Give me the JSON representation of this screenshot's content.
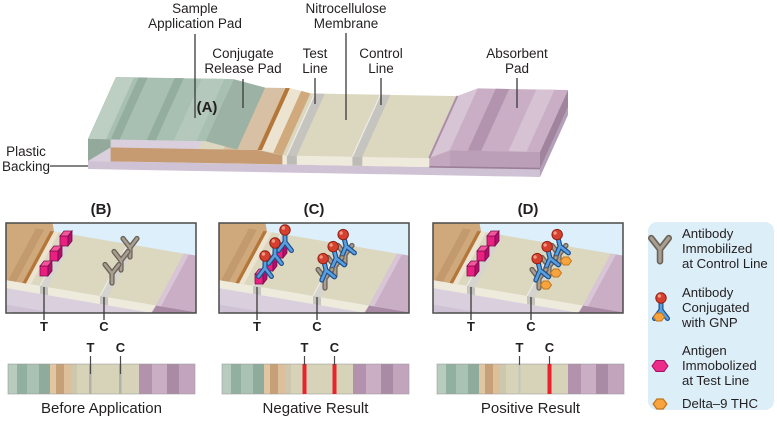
{
  "panel_titles": {
    "a": "(A)",
    "b": "(B)",
    "c": "(C)",
    "d": "(D)"
  },
  "strip_labels": {
    "sample_pad": [
      "Sample",
      "Application Pad"
    ],
    "conjugate_pad": [
      "Conjugate",
      "Release Pad"
    ],
    "membrane": [
      "Nitrocellulose",
      "Membrane"
    ],
    "test_line": [
      "Test",
      "Line"
    ],
    "control_line": [
      "Control",
      "Line"
    ],
    "absorbent_pad": [
      "Absorbent",
      "Pad"
    ],
    "plastic_backing": [
      "Plastic",
      "Backing"
    ]
  },
  "marks": {
    "test": "T",
    "control": "C"
  },
  "captions": {
    "before": "Before Application",
    "negative": "Negative Result",
    "positive": "Positive Result"
  },
  "legend": {
    "items": [
      {
        "icon": "control-antibody-icon",
        "lines": [
          "Antibody",
          "Immobilized",
          "at Control Line"
        ]
      },
      {
        "icon": "gnp-antibody-icon",
        "lines": [
          "Antibody",
          "Conjugated",
          "with GNP"
        ]
      },
      {
        "icon": "test-antigen-icon",
        "lines": [
          "Antigen",
          "Immobolized",
          "at Test Line"
        ]
      },
      {
        "icon": "thc-icon",
        "lines": [
          "Delta–9 THC"
        ]
      }
    ]
  },
  "colors": {
    "sample_pad_green": "#a8c0b2",
    "conjugate_pad_tan": "#cfa87c",
    "membrane_beige": "#dcd8c0",
    "absorbent_pad_mauve": "#c9aec6",
    "plastic_backing_lavender": "#d9cfdd",
    "result_line_red": "#e8232e",
    "antigen_pink": "#e9207f",
    "gnp_red": "#d6402e",
    "antibody_blue": "#5b9fde",
    "antibody_gray": "#a89e91",
    "thc_orange": "#f7a33e",
    "legend_bg": "#dceef8",
    "panel_sky": "#ddeffa"
  }
}
